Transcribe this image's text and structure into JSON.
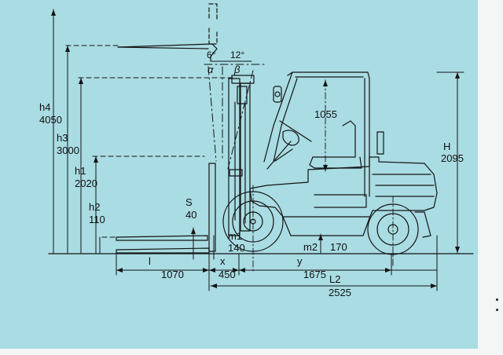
{
  "colors": {
    "panel": "#a9dce3",
    "ink": "#141414"
  },
  "labels": {
    "h4_sym": "h4",
    "h4_val": "4050",
    "h3_sym": "h3",
    "h3_val": "3000",
    "h1_sym": "h1",
    "h1_val": "2020",
    "h2_sym": "h2",
    "h2_val": "110",
    "s_sym": "S",
    "s_val": "40",
    "alpha_val": "6°",
    "beta_val": "12°",
    "alpha_sym": "α",
    "beta_sym": "β",
    "cab_val": "1055",
    "h_sym": "H",
    "h_val": "2095",
    "m1_sym": "m1",
    "m1_val": "140",
    "m2_sym": "m2",
    "m2_val": "170",
    "l_sym": "l",
    "l_val": "1070",
    "x_sym": "x",
    "x_val": "450",
    "y_sym": "y",
    "y_val": "1675",
    "l2_sym": "L2",
    "l2_val": "2525"
  }
}
